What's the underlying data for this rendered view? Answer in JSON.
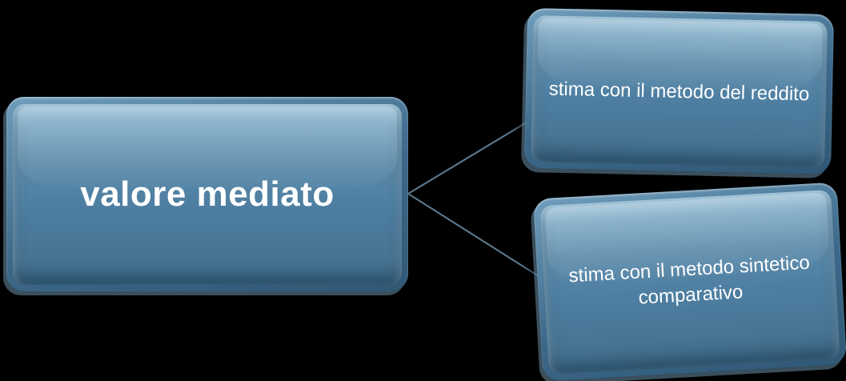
{
  "colors": {
    "background": "#000000",
    "box_face": "#4e7fa2",
    "box_face_light": "#7fb0cc",
    "box_rim": "#3c688a",
    "connector": "#5f7d92",
    "text": "#ffffff"
  },
  "nodes": {
    "root": {
      "label": "valore mediato"
    },
    "children": [
      {
        "label": "stima con il metodo del reddito"
      },
      {
        "label": "stima con il metodo sintetico comparativo"
      }
    ]
  }
}
